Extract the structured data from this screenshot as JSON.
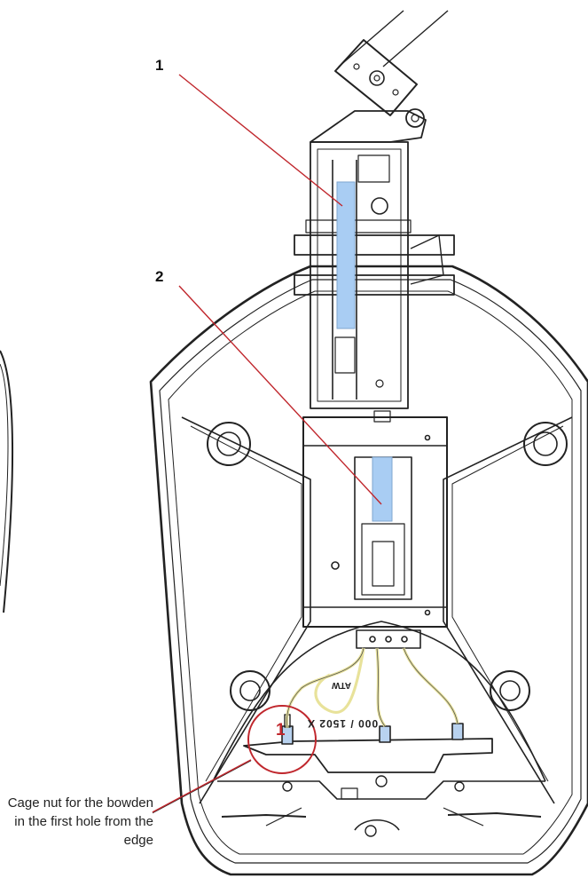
{
  "callouts": {
    "one": "1",
    "two": "2",
    "circle_marker": "1"
  },
  "engraving": {
    "line1": "000 / 1502 X",
    "line2": "ATW"
  },
  "caption": "Cage nut for the bowden in the first hole from the edge",
  "colors": {
    "highlight_part": "#a9cdf3",
    "leader_line": "#c0272d",
    "cable": "#e8e29a",
    "drawing": "#222222"
  }
}
